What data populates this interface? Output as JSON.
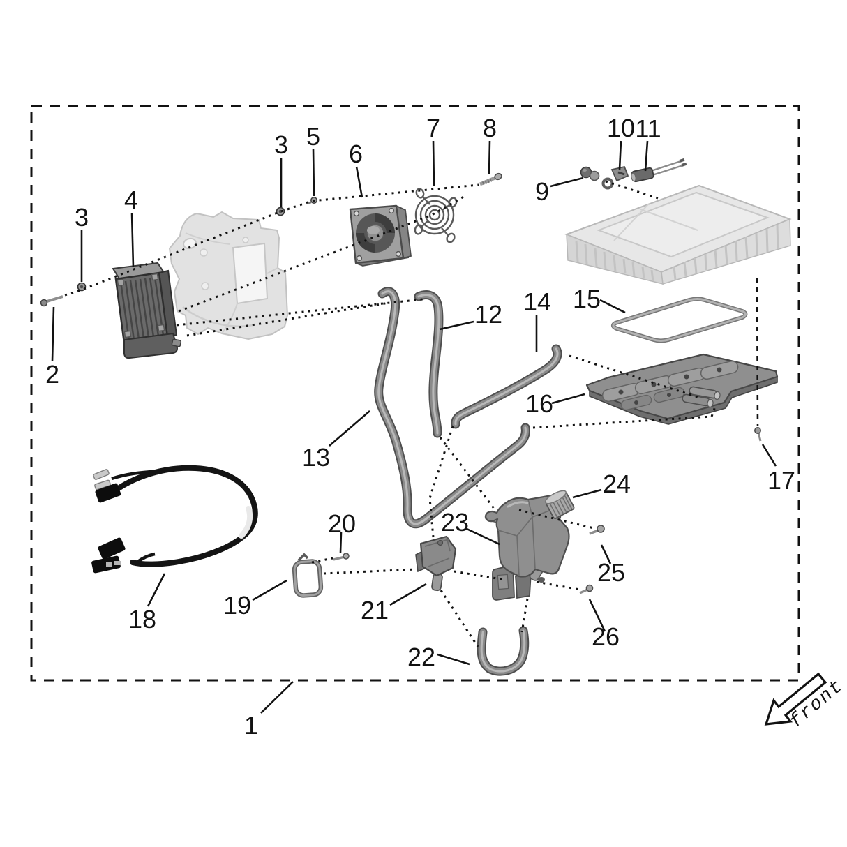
{
  "diagram": {
    "callouts": {
      "c1": "1",
      "c2": "2",
      "c3a": "3",
      "c3b": "3",
      "c4": "4",
      "c5": "5",
      "c6": "6",
      "c7": "7",
      "c8": "8",
      "c9": "9",
      "c10": "10",
      "c11": "11",
      "c12": "12",
      "c13": "13",
      "c14": "14",
      "c15": "15",
      "c16": "16",
      "c17": "17",
      "c18": "18",
      "c19": "19",
      "c20": "20",
      "c21": "21",
      "c22": "22",
      "c23": "23",
      "c24": "24",
      "c25": "25",
      "c26": "26"
    },
    "front_label": "front",
    "colors": {
      "ink": "#121212",
      "part_gray": "#8f8f8f",
      "dark_part_gray": "#5a5a5a",
      "ghost_gray": "#e2e2e2",
      "background": "#ffffff"
    }
  }
}
